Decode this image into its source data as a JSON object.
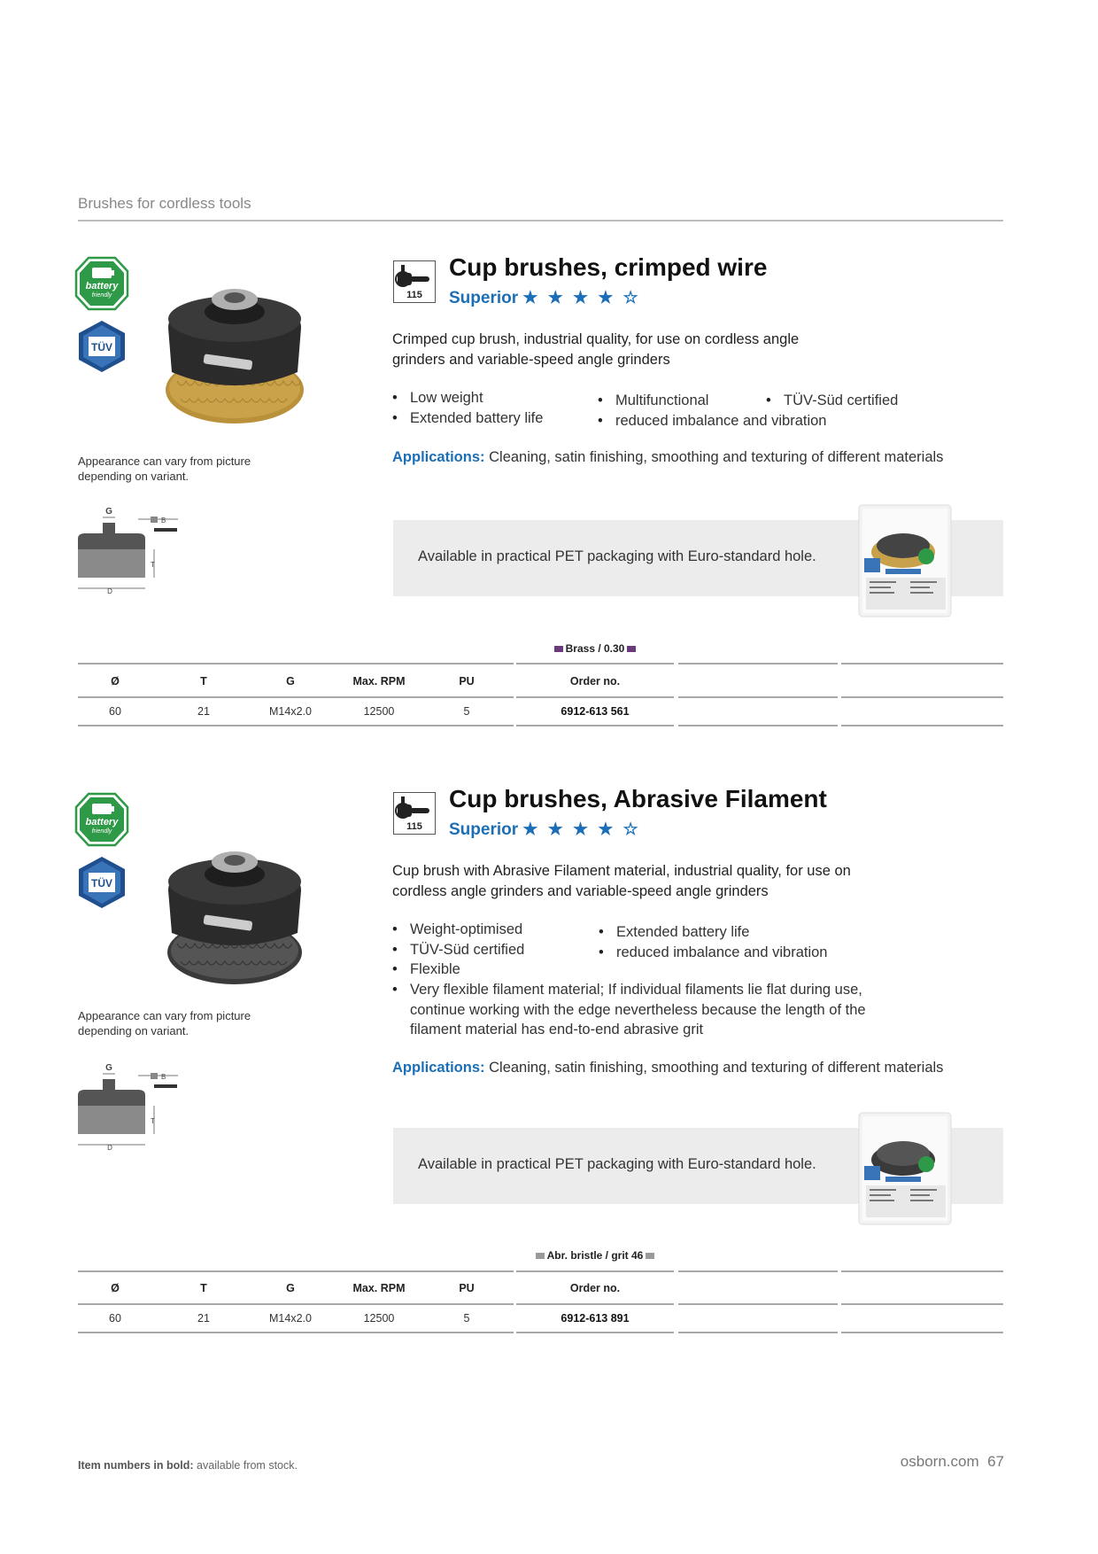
{
  "header": {
    "section": "Brushes for cordless tools"
  },
  "badges": {
    "battery_line1": "battery",
    "battery_line2": "friendly",
    "tuv": "TÜV"
  },
  "products": [
    {
      "tool_icon_number": "115",
      "title": "Cup brushes, crimped wire",
      "grade": "Superior",
      "stars": "★ ★ ★ ★ ☆",
      "description": "Crimped cup brush, industrial quality, for use on cordless angle grinders and variable-speed angle grinders",
      "bullets_col1": [
        "Low weight",
        "Extended battery life"
      ],
      "bullets_col2": [
        "Multifunctional",
        "reduced imbalance and vibration"
      ],
      "bullets_col3": [
        "TÜV-Süd certified"
      ],
      "applications_label": "Applications:",
      "applications_text": "Cleaning, satin finishing, smoothing and texturing of different materials",
      "image_note": "Appearance can vary from picture depending on variant.",
      "packaging_text": "Available in practical PET packaging with Euro-standard hole.",
      "variant_label": "Brass / 0.30",
      "variant_color": "#6a3a7a",
      "table": {
        "headers": [
          "Ø",
          "T",
          "G",
          "Max. RPM",
          "PU",
          "Order no."
        ],
        "row": [
          "60",
          "21",
          "M14x2.0",
          "12500",
          "5",
          "6912-613 561"
        ]
      }
    },
    {
      "tool_icon_number": "115",
      "title": "Cup brushes, Abrasive Filament",
      "grade": "Superior",
      "stars": "★ ★ ★ ★ ☆",
      "description": "Cup brush with Abrasive Filament material, industrial quality, for use on cordless angle grinders and variable-speed angle grinders",
      "bullets_col1": [
        "Weight-optimised",
        "TÜV-Süd certified",
        "Flexible"
      ],
      "bullets_col2": [
        "Extended battery life",
        "reduced imbalance and vibration"
      ],
      "bullet_long": "Very flexible filament material; If individual filaments lie flat during use, continue working with the edge nevertheless because the length of the filament material has end-to-end abrasive grit",
      "applications_label": "Applications:",
      "applications_text": "Cleaning, satin finishing, smoothing and texturing of different materials",
      "image_note": "Appearance can vary from picture depending on variant.",
      "packaging_text": "Available in practical PET packaging with Euro-standard hole.",
      "variant_label": "Abr. bristle / grit 46",
      "variant_color": "#9a9a9a",
      "table": {
        "headers": [
          "Ø",
          "T",
          "G",
          "Max. RPM",
          "PU",
          "Order no."
        ],
        "row": [
          "60",
          "21",
          "M14x2.0",
          "12500",
          "5",
          "6912-613 891"
        ]
      }
    }
  ],
  "footer": {
    "note_bold": "Item numbers in bold:",
    "note_rest": " available from stock.",
    "site": "osborn.com",
    "page": "67"
  },
  "colors": {
    "accent": "#1c6fb6",
    "battery_green": "#2e9a47",
    "tuv_blue": "#1f4f8f"
  }
}
